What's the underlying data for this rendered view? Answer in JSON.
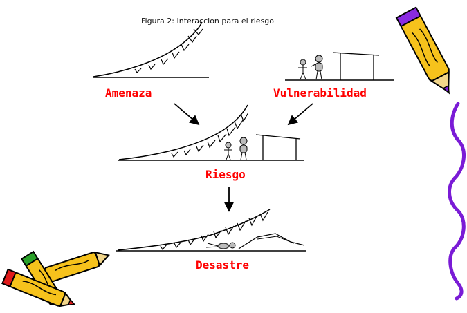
{
  "caption": "Figura 2: Interaccion para el riesgo",
  "labels": {
    "threat": "Amenaza",
    "vulnerability": "Vulnerabilidad",
    "risk": "Riesgo",
    "disaster": "Desastre"
  },
  "colors": {
    "label_text": "#ff0000",
    "line": "#000000",
    "purple_border": "#7a1bd6",
    "crayon_yellow": "#f6c21c",
    "crayon_tip_red": "#e01b1b",
    "crayon_green": "#2aa12a"
  },
  "icons": [
    "yellow-crayon-icon",
    "crayon-bundle-icon",
    "wavy-border-icon",
    "arrow-icon"
  ]
}
